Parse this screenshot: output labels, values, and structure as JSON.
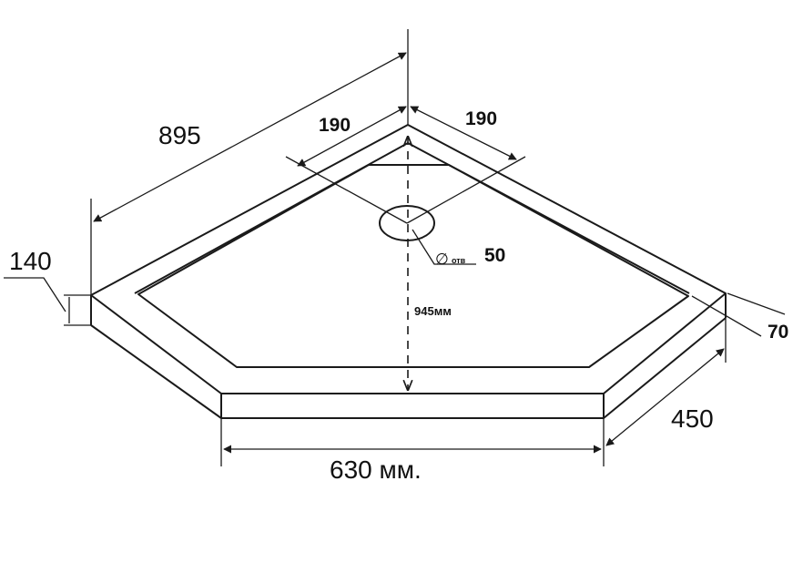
{
  "dimensions": {
    "length_895": "895",
    "side_190_left": "190",
    "side_190_right": "190",
    "height_140": "140",
    "drain_diameter": "50",
    "drain_symbol": "∅",
    "drain_abbrev": "отв",
    "diagonal_945": "945мм",
    "depth_70": "70",
    "side_450": "450",
    "front_630": "630 мм."
  },
  "colors": {
    "line": "#1a1a1a",
    "background": "#ffffff"
  }
}
